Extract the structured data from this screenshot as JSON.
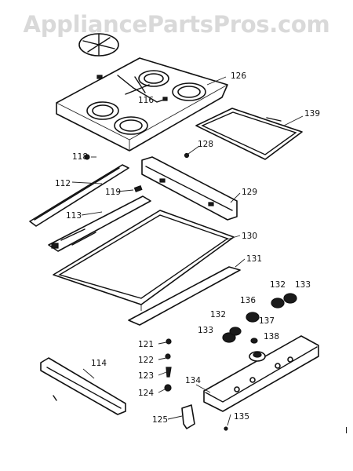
{
  "watermark": "AppliancePartsPros.com",
  "parts": [
    {
      "id": "p112",
      "label": "112"
    },
    {
      "id": "p113",
      "label": "113"
    },
    {
      "id": "p114",
      "label": "114"
    },
    {
      "id": "p116",
      "label": "116"
    },
    {
      "id": "p118",
      "label": "118"
    },
    {
      "id": "p119",
      "label": "119"
    },
    {
      "id": "p121",
      "label": "121"
    },
    {
      "id": "p122",
      "label": "122"
    },
    {
      "id": "p123",
      "label": "123"
    },
    {
      "id": "p124",
      "label": "124"
    },
    {
      "id": "p125",
      "label": "125"
    },
    {
      "id": "p126",
      "label": "126"
    },
    {
      "id": "p128",
      "label": "128"
    },
    {
      "id": "p129",
      "label": "129"
    },
    {
      "id": "p130",
      "label": "130"
    },
    {
      "id": "p131",
      "label": "131"
    },
    {
      "id": "p132a",
      "label": "132"
    },
    {
      "id": "p132b",
      "label": "132"
    },
    {
      "id": "p133a",
      "label": "133"
    },
    {
      "id": "p133b",
      "label": "133"
    },
    {
      "id": "p134",
      "label": "134"
    },
    {
      "id": "p135",
      "label": "135"
    },
    {
      "id": "p136",
      "label": "136"
    },
    {
      "id": "p137",
      "label": "137"
    },
    {
      "id": "p138",
      "label": "138"
    },
    {
      "id": "p139",
      "label": "139"
    }
  ],
  "corner_mark": "I"
}
